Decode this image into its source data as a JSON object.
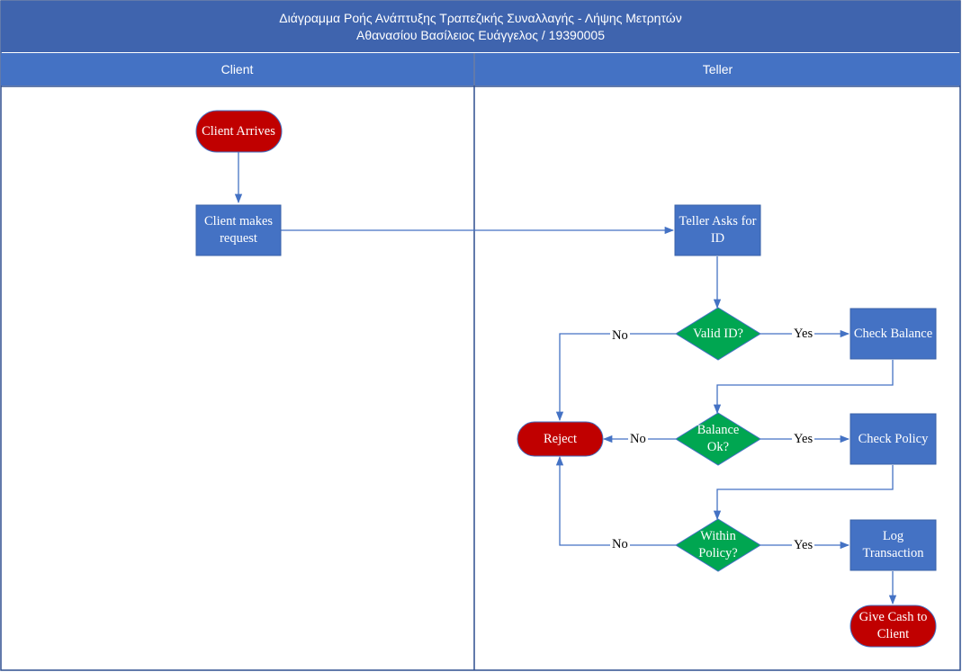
{
  "title": {
    "line1": "Διάγραμμα Ροής Ανάπτυξης Τραπεζικής Συναλλαγής - Λήψης Μετρητών",
    "line2": "Αθανασίου Βασίλειος Ευάγγελος / 19390005"
  },
  "lanes": {
    "client": "Client",
    "teller": "Teller"
  },
  "nodes": {
    "client_arrives": "Client Arrives",
    "client_request": "Client makes request",
    "teller_asks_id": "Teller Asks for ID",
    "valid_id": "Valid ID?",
    "check_balance": "Check Balance",
    "balance_ok": "Balance Ok?",
    "check_policy": "Check Policy",
    "within_policy": "Within Policy?",
    "log_transaction": "Log Transaction",
    "give_cash": "Give Cash to Client",
    "reject": "Reject"
  },
  "edge_labels": {
    "valid_yes": "Yes",
    "valid_no": "No",
    "balance_yes": "Yes",
    "balance_no": "No",
    "policy_yes": "Yes",
    "policy_no": "No"
  },
  "colors": {
    "header": "#4472c4",
    "title": "#3f64ae",
    "process": "#4472c4",
    "terminal": "#c00000",
    "decision": "#00a651",
    "connector": "#4472c4",
    "lane_border": "#2f4f8f"
  }
}
